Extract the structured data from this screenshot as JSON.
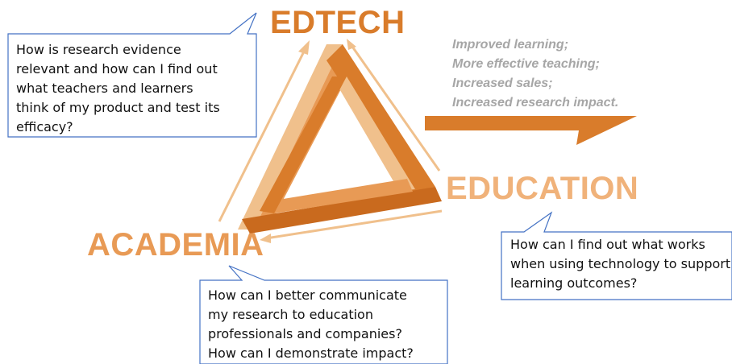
{
  "nodes": {
    "edtech": "EDTECH",
    "education": "EDUCATION",
    "academia": "ACADEMIA"
  },
  "outcomes": [
    "Improved learning;",
    "More effective teaching;",
    "Increased sales;",
    "Increased research impact."
  ],
  "questions": {
    "edtech": [
      "How is research evidence",
      "relevant and how can I find out",
      "what teachers and learners",
      "think of my product and test its",
      "efficacy?"
    ],
    "education": [
      "How can I find out what works",
      "when using technology to support",
      "learning outcomes?"
    ],
    "academia": [
      "How can I better communicate",
      "my research to education",
      "professionals and companies?",
      "How can I demonstrate impact?"
    ]
  },
  "colors": {
    "dark_orange": "#d97c2b",
    "mid_orange": "#e8a25f",
    "light_orange": "#f0c08c",
    "callout_border": "#4472c4",
    "outcome_text": "#a6a6a6"
  }
}
